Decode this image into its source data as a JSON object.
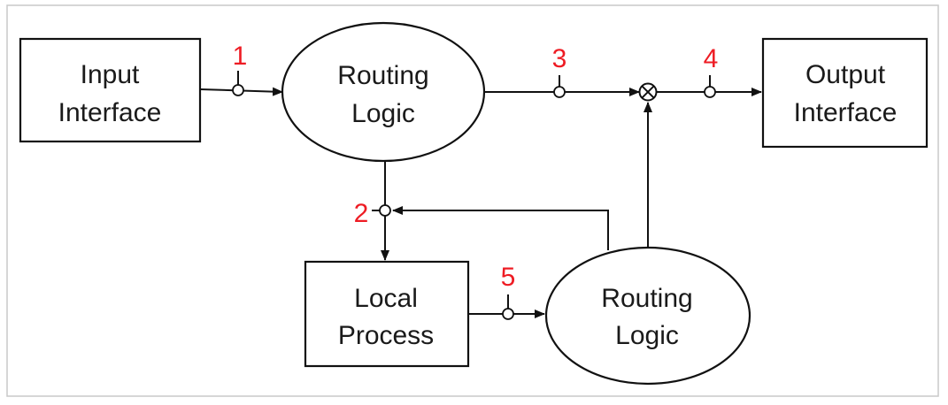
{
  "nodes": {
    "input_interface": {
      "line1": "Input",
      "line2": "Interface"
    },
    "routing_logic_top": {
      "line1": "Routing",
      "line2": "Logic"
    },
    "output_interface": {
      "line1": "Output",
      "line2": "Interface"
    },
    "local_process": {
      "line1": "Local",
      "line2": "Process"
    },
    "routing_logic_bottom": {
      "line1": "Routing",
      "line2": "Logic"
    }
  },
  "taps": [
    "1",
    "2",
    "3",
    "4",
    "5"
  ],
  "colors": {
    "line": "#111111",
    "tap_label": "#ee1c24",
    "frame": "#c8c8c8"
  },
  "icons": {
    "junction": "circled-times-icon"
  }
}
